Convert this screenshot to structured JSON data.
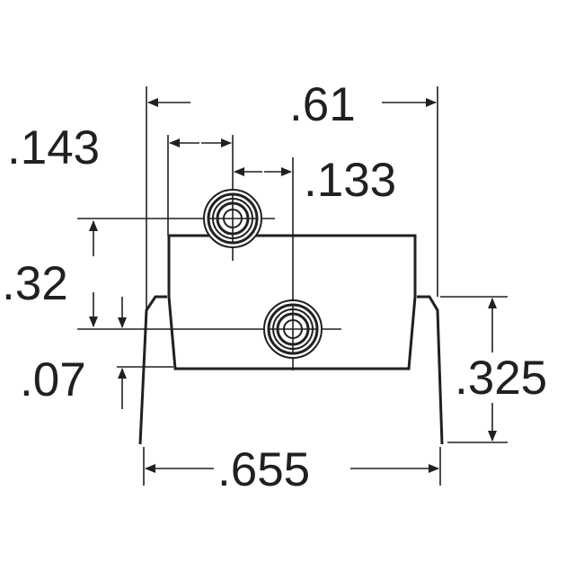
{
  "diagram": {
    "dimensions": {
      "overall_width_top": ".61",
      "left_hole_offset": ".143",
      "hole_spacing": ".133",
      "hole_vertical_spacing": ".32",
      "body_standoff": ".07",
      "lead_height": ".325",
      "overall_width_bottom": ".655"
    },
    "colors": {
      "ink": "#231f20",
      "background": "#ffffff"
    }
  }
}
